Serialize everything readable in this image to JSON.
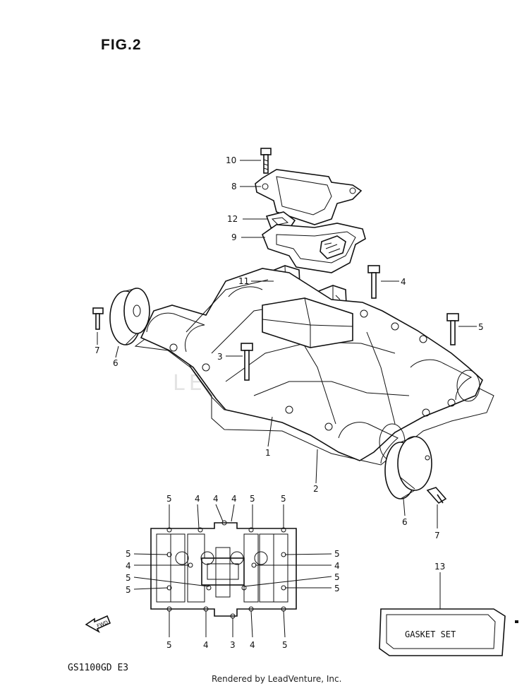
{
  "figure_title": "FIG.2",
  "model_code": "GS1100GD  E3",
  "credit": "Rendered by LeadVenture, Inc.",
  "watermark": "LEADVENTURE",
  "gasket_set_label": "GASKET SET",
  "fwd_label": "FWD",
  "callouts": {
    "c10": "10",
    "c8": "8",
    "c12": "12",
    "c9": "9",
    "c11": "11",
    "c4_bolt": "4",
    "c5_bolt": "5",
    "c7_left": "7",
    "c6_left": "6",
    "c3": "3",
    "c1": "1",
    "c2": "2",
    "c6_right": "6",
    "c7_right": "7",
    "c13": "13"
  },
  "plan_labels": {
    "top": [
      "5",
      "4",
      "4",
      "4",
      "5"
    ],
    "left": [
      "5",
      "4",
      "5",
      "5"
    ],
    "right": [
      "5",
      "4",
      "5",
      "5"
    ],
    "bottom": [
      "5",
      "4",
      "3",
      "4",
      "5"
    ]
  }
}
